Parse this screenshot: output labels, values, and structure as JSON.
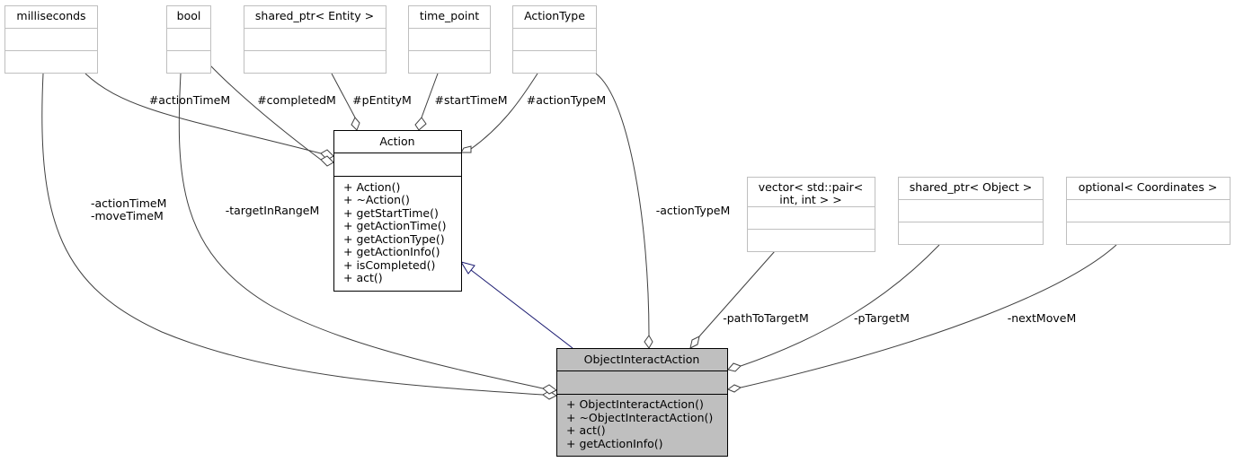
{
  "classes": {
    "milliseconds": "milliseconds",
    "bool": "bool",
    "shared_entity": "shared_ptr< Entity >",
    "time_point": "time_point",
    "action_type": "ActionType",
    "action": {
      "name": "Action",
      "methods": [
        "+ Action()",
        "+ ~Action()",
        "+ getStartTime()",
        "+ getActionTime()",
        "+ getActionType()",
        "+ getActionInfo()",
        "+ isCompleted()",
        "+ act()"
      ]
    },
    "vector_pair": [
      "vector< std::pair<",
      "int, int > >"
    ],
    "shared_object": "shared_ptr< Object >",
    "optional_coords": "optional< Coordinates >",
    "object_interact": {
      "name": "ObjectInteractAction",
      "methods": [
        "+ ObjectInteractAction()",
        "+ ~ObjectInteractAction()",
        "+ act()",
        "+ getActionInfo()"
      ]
    }
  },
  "edges": {
    "action_time": "#actionTimeM",
    "completed": "#completedM",
    "p_entity": "#pEntityM",
    "start_time": "#startTimeM",
    "action_type_prot": "#actionTypeM",
    "action_move_time": [
      "-actionTimeM",
      "-moveTimeM"
    ],
    "target_in_range": "-targetInRangeM",
    "action_type_priv": "-actionTypeM",
    "path_to_target": "-pathToTargetM",
    "p_target": "-pTargetM",
    "next_move": "-nextMoveM"
  },
  "colors": {
    "highlight": "#bfbfbf",
    "inheritance": "#191970",
    "edge": "#404040"
  }
}
